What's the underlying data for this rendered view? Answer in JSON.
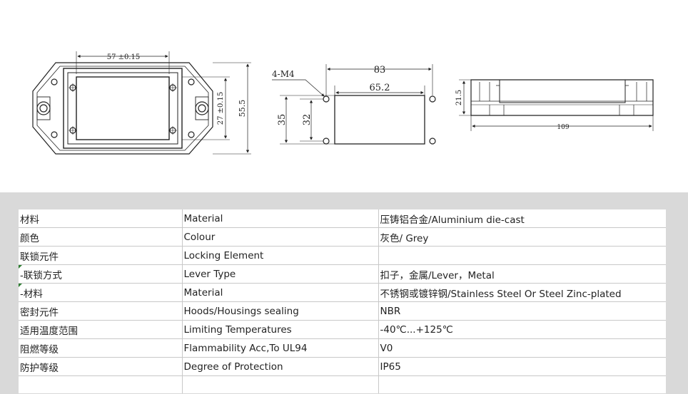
{
  "drawing": {
    "front_view": {
      "dim_width": "57 ±0.15",
      "dim_inner_height": "27 ±0.15",
      "dim_height": "55.5"
    },
    "side_view": {
      "screw_label": "4-M4",
      "dim_outer": "83",
      "dim_inner": "65.2",
      "dim_height_outer": "35",
      "dim_height_inner": "32"
    },
    "top_view": {
      "dim_height": "21.5",
      "dim_length": "109"
    }
  },
  "spec_table": {
    "rows": [
      {
        "zh": "材料",
        "en": "Material",
        "value": "压铸铝合金/Aluminium die-cast",
        "sub": false
      },
      {
        "zh": "颜色",
        "en": "Colour",
        "value": "灰色/ Grey",
        "sub": false
      },
      {
        "zh": "联锁元件",
        "en": "Locking Element",
        "value": "",
        "sub": false
      },
      {
        "zh": " -联锁方式",
        "en": "Lever Type",
        "value": "扣子，金属/Lever，Metal",
        "sub": true
      },
      {
        "zh": " -材料",
        "en": "Material",
        "value": "不锈钢或镀锌钢/Stainless Steel Or Steel Zinc-plated",
        "sub": true
      },
      {
        "zh": "密封元件",
        "en": "Hoods/Housings sealing",
        "value": "NBR",
        "sub": false
      },
      {
        "zh": "适用温度范围",
        "en": "Limiting Temperatures",
        "value": "-40℃...+125℃",
        "sub": false
      },
      {
        "zh": "阻燃等级",
        "en": "Flammability Acc,To UL94",
        "value": "V0",
        "sub": false
      },
      {
        "zh": "防护等级",
        "en": "Degree of Protection",
        "value": "IP65",
        "sub": false
      }
    ]
  }
}
